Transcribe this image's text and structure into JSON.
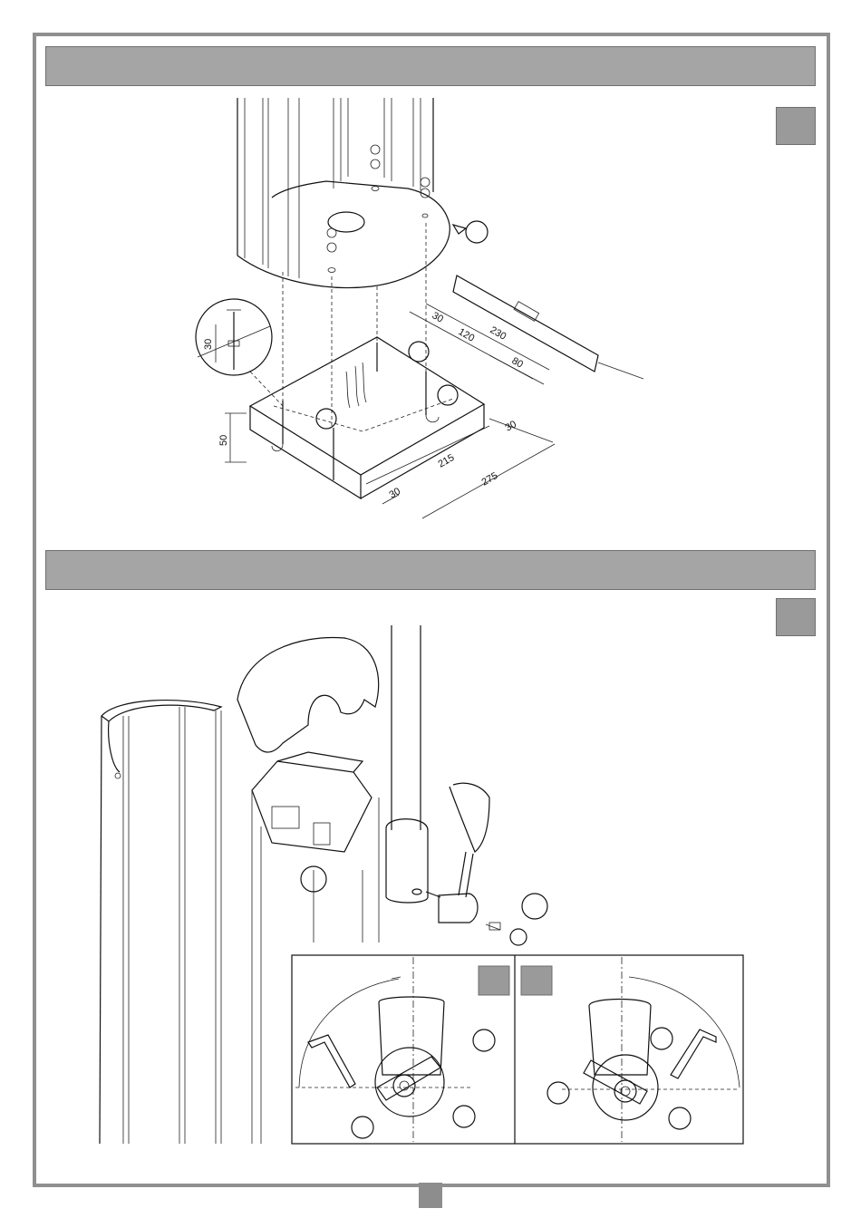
{
  "figure1": {
    "dimensions": {
      "d30_top": "30",
      "d120": "120",
      "d230": "230",
      "d80": "80",
      "d30_right": "30",
      "d215": "215",
      "d275": "275",
      "d30_bottom": "30",
      "d50": "50",
      "detail_30": "30"
    }
  },
  "colors": {
    "bar": "#a5a5a5",
    "frame": "#8f8f8f",
    "tag": "#9a9a9a",
    "cover": "#d0d0d0"
  }
}
